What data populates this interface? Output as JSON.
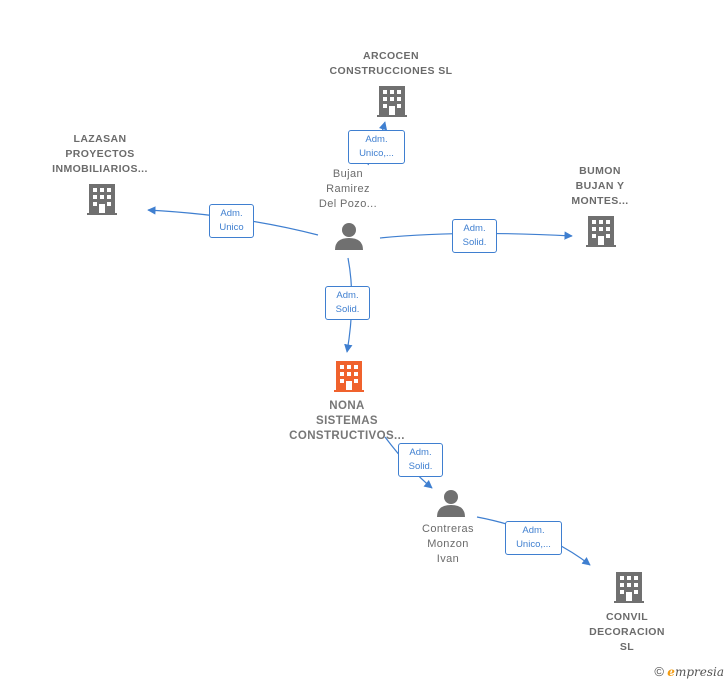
{
  "nodes": {
    "arcocen": {
      "lines": [
        "ARCOCEN",
        "CONSTRUCCIONES SL"
      ],
      "kind": "company"
    },
    "lazasan": {
      "lines": [
        "LAZASAN",
        "PROYECTOS",
        "INMOBILIARIOS..."
      ],
      "kind": "company"
    },
    "bumon": {
      "lines": [
        "BUMON",
        "BUJAN Y",
        "MONTES..."
      ],
      "kind": "company"
    },
    "bujan": {
      "lines": [
        "Bujan",
        "Ramirez",
        "Del Pozo..."
      ],
      "kind": "person"
    },
    "nona": {
      "lines": [
        "NONA",
        "SISTEMAS",
        "CONSTRUCTIVOS..."
      ],
      "kind": "main-company"
    },
    "contreras": {
      "lines": [
        "Contreras",
        "Monzon",
        "Ivan"
      ],
      "kind": "person"
    },
    "convil": {
      "lines": [
        "CONVIL",
        "DECORACION",
        "SL"
      ],
      "kind": "company"
    }
  },
  "relations": {
    "bujan_arcocen": [
      "Adm.",
      "Unico,..."
    ],
    "bujan_lazasan": [
      "Adm.",
      "Unico"
    ],
    "bujan_bumon": [
      "Adm.",
      "Solid."
    ],
    "bujan_nona": [
      "Adm.",
      "Solid."
    ],
    "nona_contreras": [
      "Adm.",
      "Solid."
    ],
    "contreras_convil": [
      "Adm.",
      "Unico,..."
    ]
  },
  "colors": {
    "edge": "#3f7fd0",
    "company_icon": "#707070",
    "main_icon": "#f0622d",
    "person_icon": "#707070",
    "brand_accent": "#f39c12"
  },
  "footer": {
    "copyright": "©",
    "brand_initial": "e",
    "brand_rest": "mpresia"
  }
}
